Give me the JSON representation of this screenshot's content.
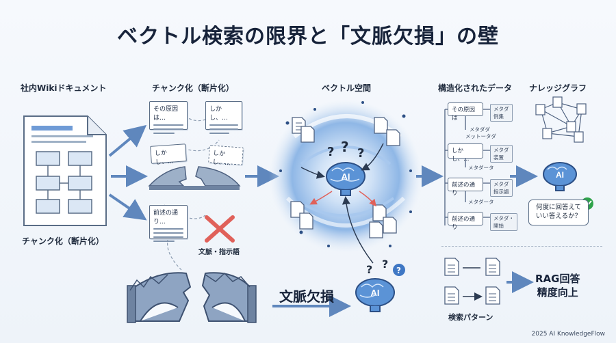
{
  "title": "ベクトル検索の限界と「文脈欠損」の壁",
  "stages": {
    "wiki": "社内Wikiドキュメント",
    "chunking": "チャンク化（断片化）",
    "vector": "ベクトル空間",
    "structured": "構造化されたデータ",
    "graph": "ナレッジグラフ"
  },
  "wiki_caption": "チャンク化（断片化）",
  "chunks": {
    "c1": "その原因は…",
    "c2": "しかし、…",
    "c3": "しかし、…",
    "c4": "しかし、…",
    "c5": "前述の通り…"
  },
  "lost_label": "文脈・指示語",
  "context_loss": "文脈欠損",
  "ai_label": "AI",
  "structured_nodes": {
    "n1": "その原因は",
    "n2": "しかし、…",
    "n3": "前述の通り",
    "n4": "前述の通り"
  },
  "meta": {
    "m1a": "メタダ",
    "m1b": "例集",
    "m2": "メタダダ",
    "m2b": "メットータダ",
    "m3a": "メタダ",
    "m3b": "装置",
    "m4": "メタダータ",
    "m5a": "メタダ",
    "m5b": "指示語",
    "m6": "メタダータ",
    "m7a": "メタダ・",
    "m7b": "開始"
  },
  "graph_bubble": "何度に回答えて\nいい答えるか？",
  "search_pattern": "検索パターン",
  "rag_result": "RAG回答\n精度向上",
  "footer": "2025 AI KnowledgeFlow",
  "colors": {
    "accent": "#3f77c4",
    "arrow": "#5f87bd",
    "cross": "#e0615a",
    "check": "#2fa34a"
  }
}
